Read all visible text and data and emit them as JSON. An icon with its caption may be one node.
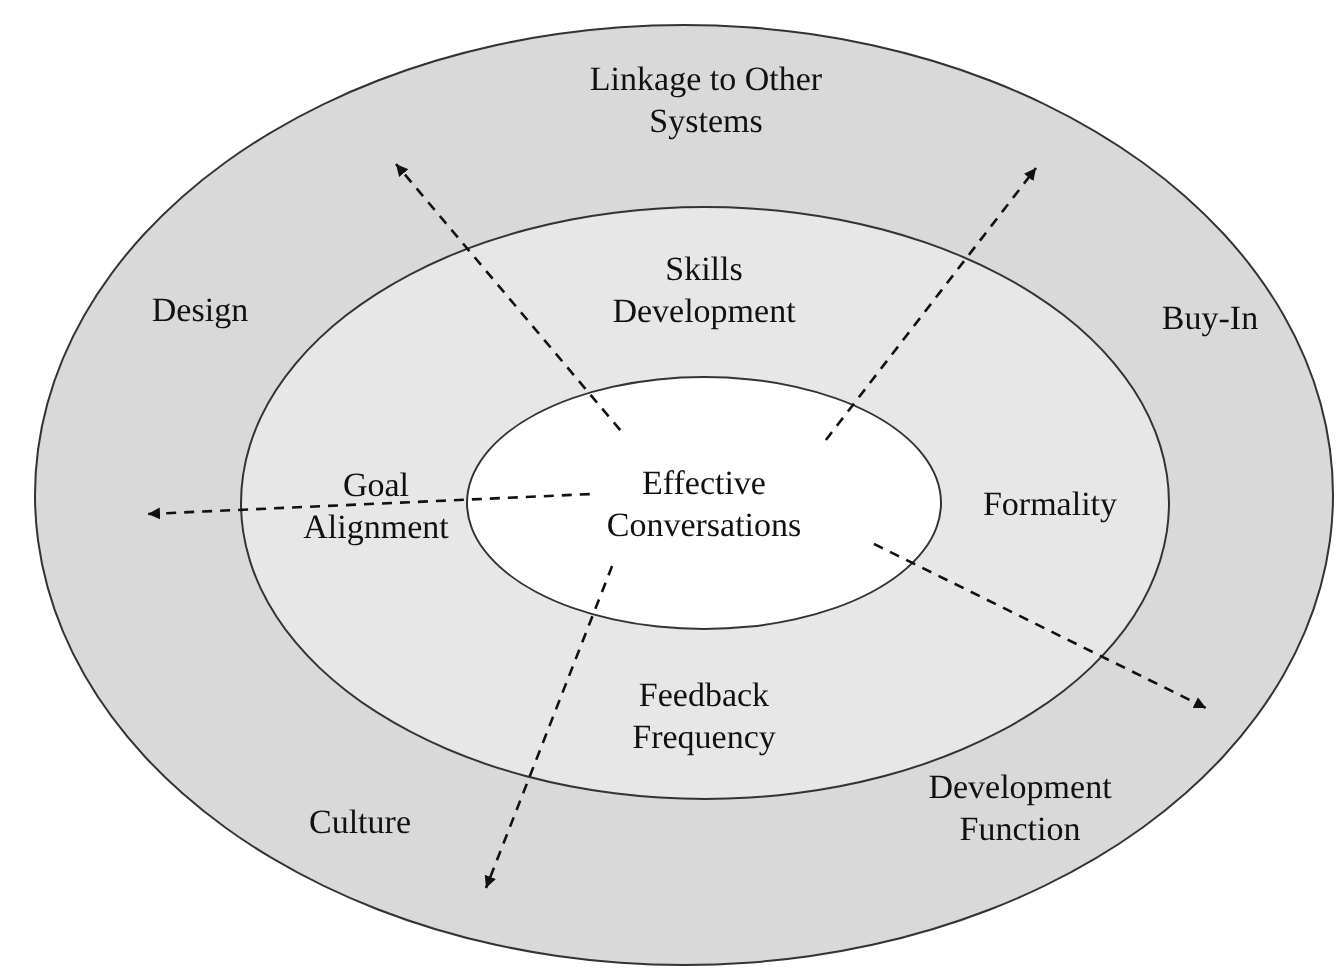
{
  "diagram": {
    "nodes": [
      {
        "text": [
          "Linkage to Other Systems",
          "Design",
          "Buy-In",
          "Culture",
          "Development Function"
        ]
      },
      {
        "text": [
          "Skills Development",
          "Goal Alignment",
          "Formality",
          "Feedback Frequency"
        ],
        "in": 0
      },
      {
        "text": [
          "Effective Conversations"
        ],
        "in": 1
      }
    ],
    "edges": [
      {
        "from": 2,
        "to": null,
        "arrow": "to",
        "style": "dashed"
      },
      {
        "from": 2,
        "to": null,
        "arrow": "to",
        "style": "dashed"
      },
      {
        "from": 2,
        "to": null,
        "arrow": "to",
        "style": "dashed"
      },
      {
        "from": 2,
        "to": null,
        "arrow": "to",
        "style": "dashed"
      },
      {
        "from": 2,
        "to": null,
        "arrow": "to",
        "style": "dashed"
      }
    ]
  }
}
